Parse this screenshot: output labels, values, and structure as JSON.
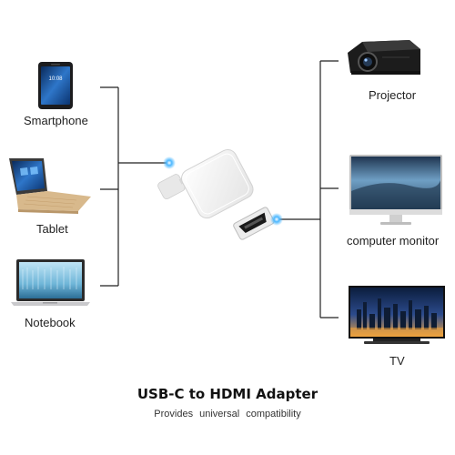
{
  "devices": {
    "smartphone": "Smartphone",
    "tablet": "Tablet",
    "notebook": "Notebook",
    "projector": "Projector",
    "monitor": "computer monitor",
    "tv": "TV"
  },
  "footer": {
    "title": "USB-C to HDMI Adapter",
    "subtitle": "Provides universal compatibility"
  },
  "colors": {
    "line": "#222222",
    "port_glow": "#2fa8ff",
    "adapter": "#f4f4f4"
  },
  "icons": [
    "smartphone-icon",
    "tablet-icon",
    "notebook-icon",
    "adapter-icon",
    "projector-icon",
    "monitor-icon",
    "tv-icon"
  ]
}
